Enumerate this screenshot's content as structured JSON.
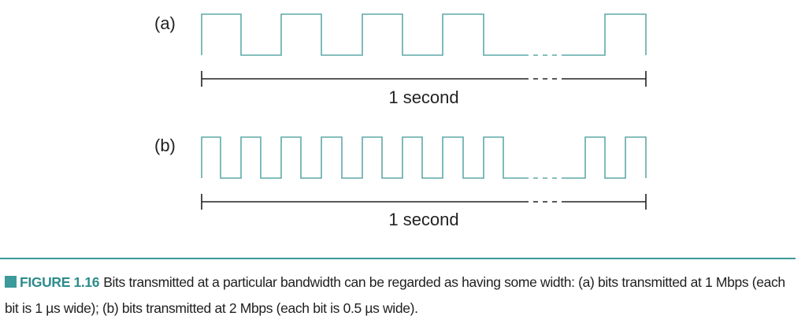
{
  "diagram": {
    "panels": [
      {
        "label": "(a)",
        "duration_label": "1 second"
      },
      {
        "label": "(b)",
        "duration_label": "1 second"
      }
    ]
  },
  "caption": {
    "figure_label": "FIGURE 1.16",
    "text": "Bits transmitted at a particular bandwidth can be regarded as having some width: (a) bits transmitted at 1 Mbps (each bit is 1 µs wide); (b) bits transmitted at 2 Mbps (each bit is 0.5 µs wide)."
  },
  "colors": {
    "signal": "#5fa9a9",
    "accent": "#3c9a9a",
    "text": "#222222"
  }
}
